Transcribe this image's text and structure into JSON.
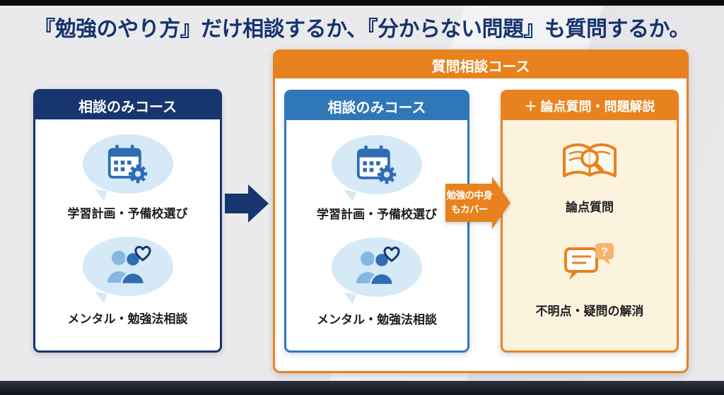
{
  "title": "『勉強のやり方』だけ相談するか、『分からない問題』も質問するか。",
  "consult_left": {
    "header": "相談のみコース",
    "item1": "学習計画・予備校選び",
    "item2": "メンタル・勉強法相談"
  },
  "question_course": {
    "header": "質問相談コース",
    "consult_only": {
      "header": "相談のみコース",
      "item1": "学習計画・予備校選び",
      "item2": "メンタル・勉強法相談"
    },
    "connector": {
      "line1": "勉強の中身",
      "line2": "もカバー"
    },
    "question_box": {
      "header": "＋ 論点質問・問題解説",
      "item1": "論点質問",
      "item2": "不明点・疑問の解消"
    }
  },
  "icons": [
    "calendar-gear-icon",
    "people-heart-icon",
    "arrow-right-icon",
    "covers-arrow-shape",
    "book-search-icon",
    "chat-question-icon"
  ],
  "colors": {
    "navy": "#17356e",
    "blue": "#3077b8",
    "orange": "#e8821e",
    "light_blue_bubble": "#d5e9f6",
    "cream": "#fcf3df",
    "title_text": "#16336e",
    "background": "#e9e9eb"
  }
}
